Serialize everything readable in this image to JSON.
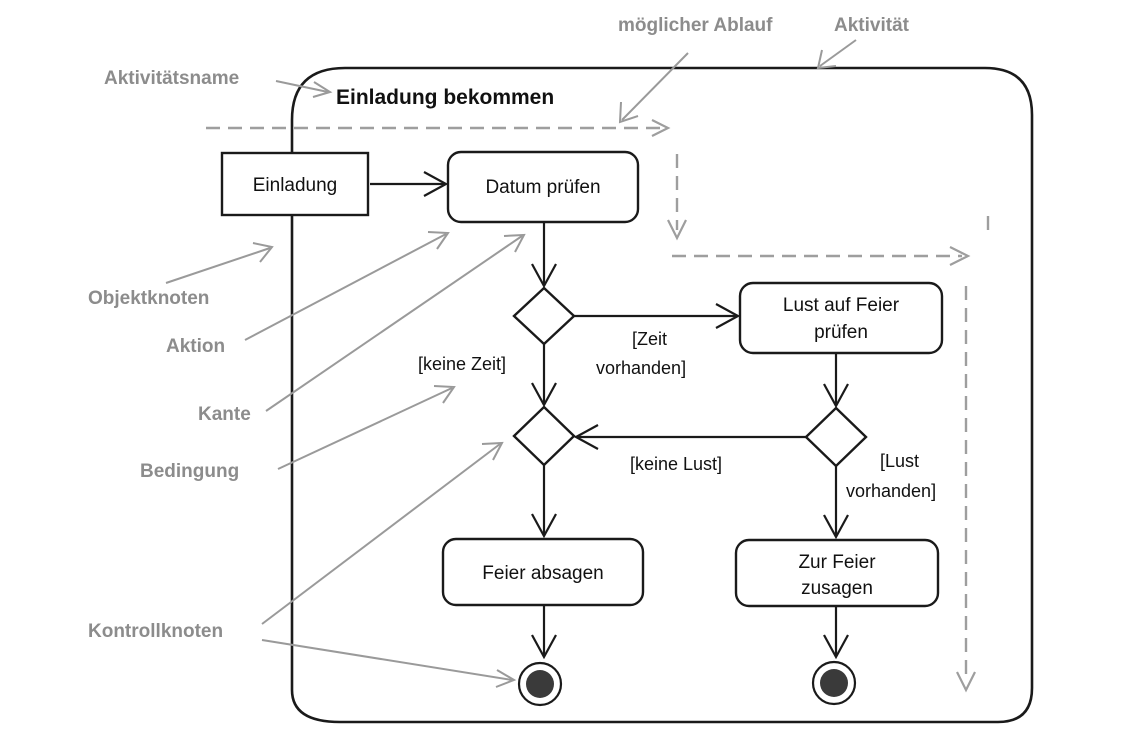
{
  "activity_name": "Einladung bekommen",
  "annotations": {
    "aktivitaetsname": "Aktivitätsname",
    "moeglicher_ablauf": "möglicher Ablauf",
    "aktivitaet": "Aktivität",
    "objektknoten": "Objektknoten",
    "aktion": "Aktion",
    "kante": "Kante",
    "bedingung": "Bedingung",
    "kontrollknoten": "Kontrollknoten"
  },
  "nodes": {
    "object_einladung": "Einladung",
    "action_datum": "Datum prüfen",
    "action_lust": [
      "Lust auf Feier",
      "prüfen"
    ],
    "action_absagen": "Feier absagen",
    "action_zusagen": [
      "Zur Feier",
      "zusagen"
    ]
  },
  "guards": {
    "zeit_vorhanden": [
      "[Zeit",
      "vorhanden]"
    ],
    "keine_zeit": "[keine Zeit]",
    "keine_lust": "[keine Lust]",
    "lust_vorhanden": [
      "[Lust",
      "vorhanden]"
    ]
  },
  "colors": {
    "annotation": "#8c8c8c",
    "ink": "#1a1a1a",
    "final_fill": "#3a3a3a"
  }
}
